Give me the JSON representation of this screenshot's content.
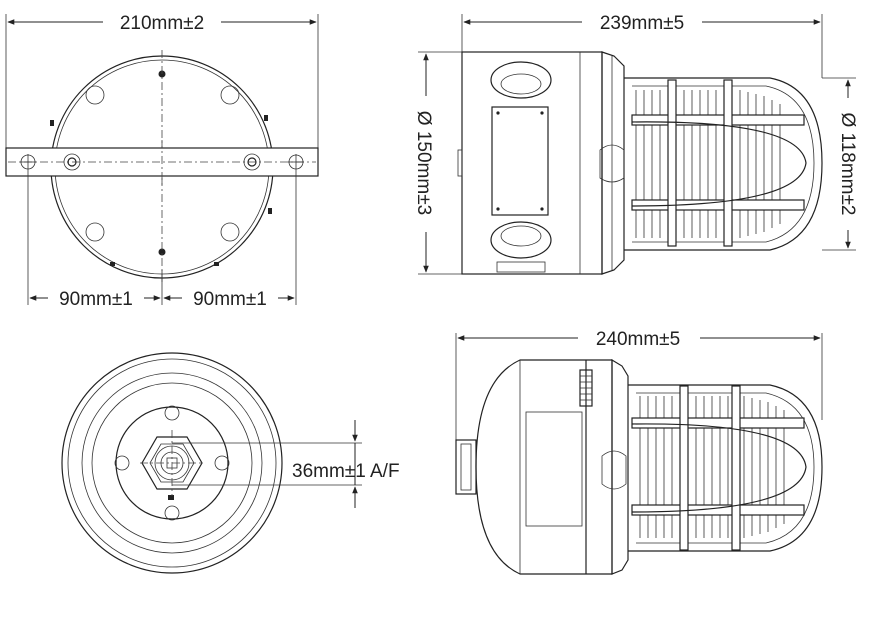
{
  "dimensions": {
    "top_view_width": "210mm±2",
    "left_offset": "90mm±1",
    "right_offset": "90mm±1",
    "side_view_length": "239mm±5",
    "body_diameter": "Ø 150mm±3",
    "guard_diameter": "Ø 118mm±2",
    "front_view_length": "240mm±5",
    "hex_size": "36mm±1 A/F"
  }
}
